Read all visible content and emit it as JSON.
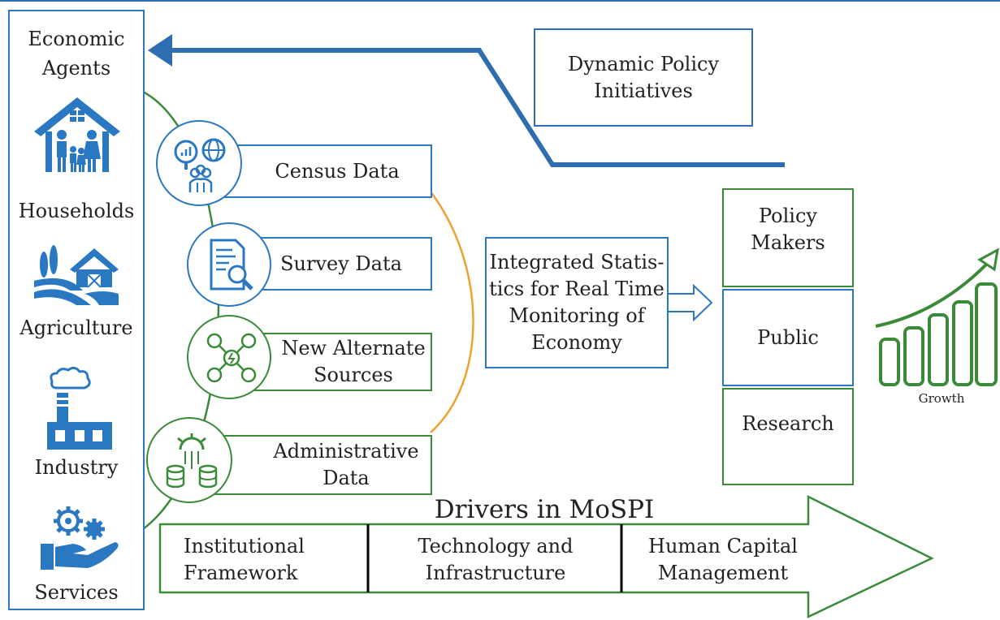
{
  "agents": {
    "title": "Economic\nAgents",
    "items": [
      {
        "label": "Households",
        "icon": "family-house-icon"
      },
      {
        "label": "Agriculture",
        "icon": "farm-barn-icon"
      },
      {
        "label": "Industry",
        "icon": "factory-icon"
      },
      {
        "label": "Services",
        "icon": "gear-hand-icon"
      }
    ]
  },
  "sources": [
    {
      "label": "Census Data",
      "icon": "census-analytics-icon",
      "color": "#2b78c2"
    },
    {
      "label": "Survey Data",
      "icon": "survey-document-icon",
      "color": "#2b78c2"
    },
    {
      "label": "New Alternate\nSources",
      "icon": "alternate-network-icon",
      "color": "#3a8a3a"
    },
    {
      "label": "Administrative\nData",
      "icon": "admin-database-icon",
      "color": "#3a8a3a"
    }
  ],
  "policy": {
    "label": "Dynamic Policy\nInitiatives"
  },
  "integrated": {
    "label": "Integrated Statis-\ntics for Real Time\nMonitoring  of\nEconomy"
  },
  "users": [
    {
      "label": "Policy\nMakers"
    },
    {
      "label": "Public"
    },
    {
      "label": "Research"
    }
  ],
  "growth": {
    "label": "Growth"
  },
  "drivers": {
    "title": "Drivers in MoSPI",
    "items": [
      {
        "label": "Institutional\nFramework"
      },
      {
        "label": "Technology and\nInfrastructure"
      },
      {
        "label": "Human Capital\nManagement"
      }
    ]
  },
  "colors": {
    "blue": "#2b78c2",
    "green": "#3a8a3a",
    "orange": "#f0a030"
  }
}
